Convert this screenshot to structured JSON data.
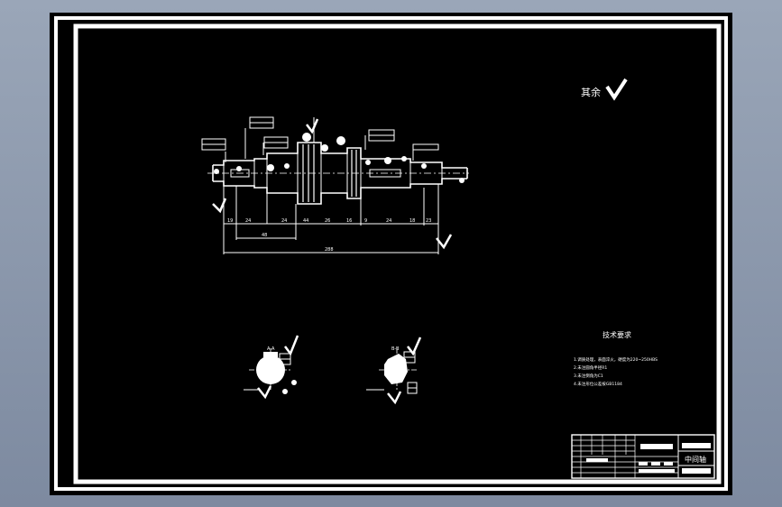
{
  "viewer": {
    "background_color": "#8a96aa",
    "paper_color": "#000000",
    "line_color": "#ffffff"
  },
  "drawing": {
    "roughness_note": "其余",
    "roughness_icon": "checkmark-roughness-icon",
    "section_labels": [
      "A-A",
      "B-B"
    ],
    "dimensions": [
      "19",
      "24",
      "24",
      "26",
      "24",
      "48",
      "288",
      "9",
      "18",
      "23",
      "44",
      "16"
    ],
    "tech_requirements": {
      "title": "技术要求",
      "items": [
        "1.调质处理，表面淬火，硬度为220~250HBS",
        "2.未注圆角半径R1",
        "3.未注倒角为C1",
        "4.未注形位公差按GB1184"
      ]
    },
    "title_block": {
      "part_name": "中间轴"
    }
  }
}
